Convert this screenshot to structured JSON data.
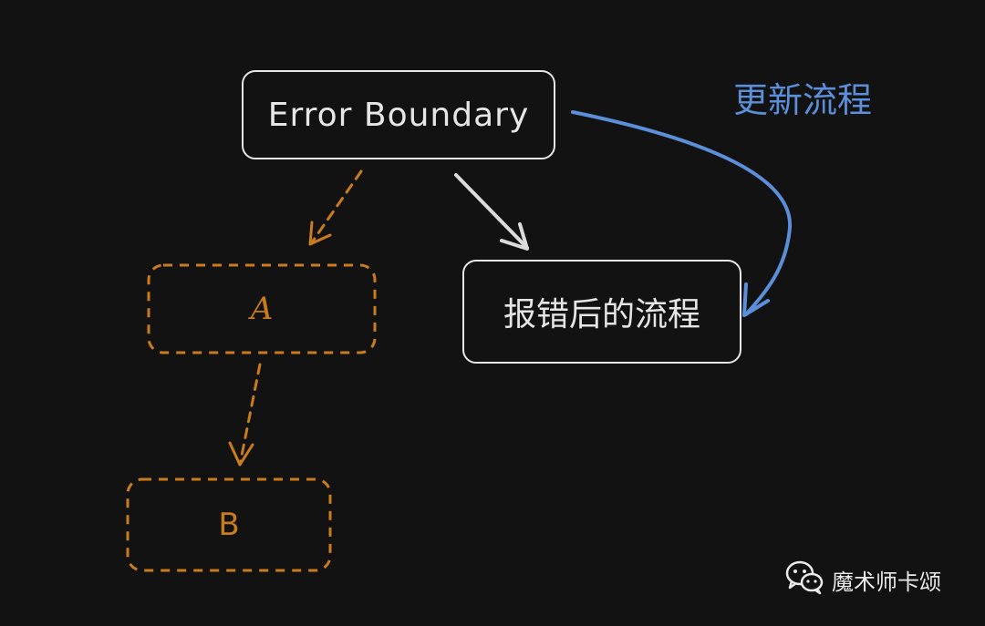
{
  "diagram": {
    "nodes": {
      "error_boundary": {
        "label": "Error Boundary"
      },
      "a": {
        "label": "A"
      },
      "b": {
        "label": "B"
      },
      "error_flow": {
        "label": "报错后的流程"
      }
    },
    "annotation": {
      "label": "更新流程"
    },
    "colors": {
      "background": "#121212",
      "solid": "#e6e6e6",
      "dashed": "#c97c1e",
      "update_arrow": "#5b8fd9"
    }
  },
  "watermark": {
    "icon": "wechat-icon",
    "text": "魔术师卡颂"
  }
}
